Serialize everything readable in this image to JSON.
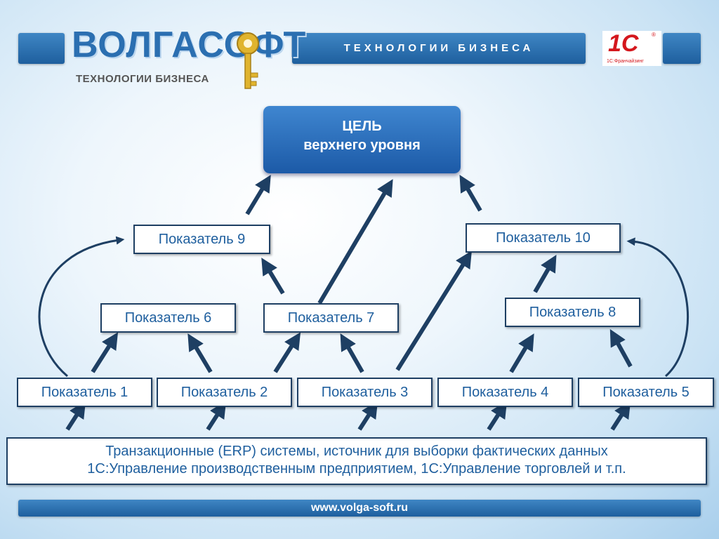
{
  "header": {
    "logo_name": "ВОЛГАСОФТ",
    "logo_slogan": "ТЕХНОЛОГИИ БИЗНЕСА",
    "banner_text": "ТЕХНОЛОГИИ БИЗНЕСА",
    "partner_logo": "1С",
    "partner_caption": "1С:Франчайзинг",
    "partner_reg": "®"
  },
  "goal": {
    "line1": "ЦЕЛЬ",
    "line2": "верхнего уровня"
  },
  "indicators": {
    "i1": "Показатель 1",
    "i2": "Показатель 2",
    "i3": "Показатель 3",
    "i4": "Показатель 4",
    "i5": "Показатель 5",
    "i6": "Показатель 6",
    "i7": "Показатель 7",
    "i8": "Показатель 8",
    "i9": "Показатель 9",
    "i10": "Показатель 10"
  },
  "source": {
    "line1": "Транзакционные (ERP) системы, источник для выборки фактических данных",
    "line2": "1С:Управление производственным предприятием, 1С:Управление торговлей и т.п."
  },
  "footer": {
    "url": "www.volga-soft.ru"
  },
  "colors": {
    "accent": "#2b6fb1",
    "arrow": "#1e3f63",
    "partner_red": "#d4171d"
  },
  "icons": {
    "logo_key": "key-icon"
  }
}
